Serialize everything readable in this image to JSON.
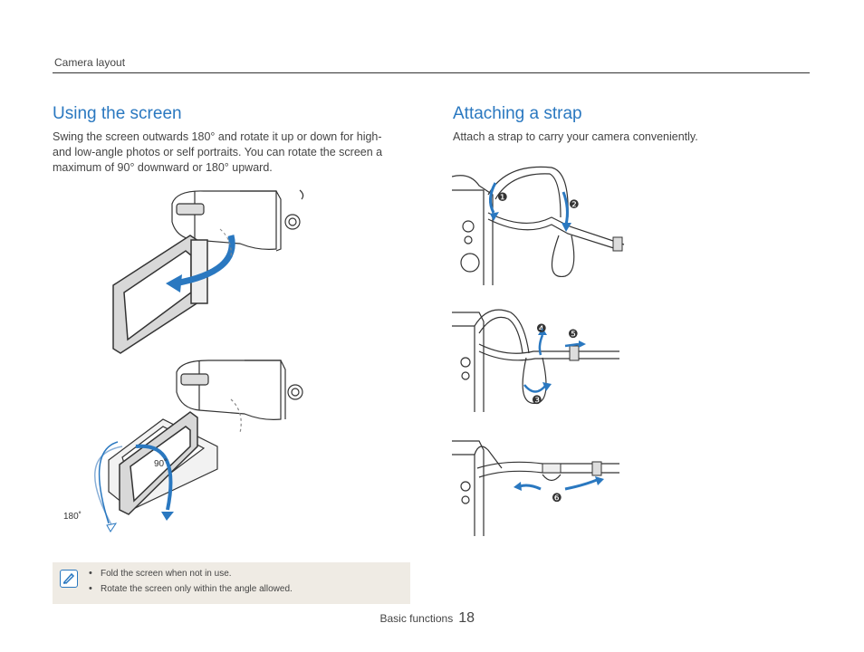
{
  "header": {
    "section_label": "Camera layout"
  },
  "left": {
    "title": "Using the screen",
    "paragraph": "Swing the screen outwards 180° and rotate it up or down for high- and low-angle photos or self portraits. You can rotate the screen a maximum of 90° downward or 180° upward.",
    "angle_90": "90˚",
    "angle_180": "180˚"
  },
  "right": {
    "title": "Attaching a strap",
    "paragraph": "Attach a strap to carry your camera conveniently.",
    "steps": [
      "❶",
      "❷",
      "❸",
      "❹",
      "❺",
      "❻"
    ]
  },
  "note": {
    "items": [
      "Fold the screen when not in use.",
      "Rotate the screen only within the angle allowed."
    ]
  },
  "footer": {
    "section": "Basic functions",
    "page": "18"
  },
  "colors": {
    "accent": "#2a78c0",
    "note_bg": "#efebe4"
  },
  "icons": {
    "note": "pencil-note-icon"
  }
}
